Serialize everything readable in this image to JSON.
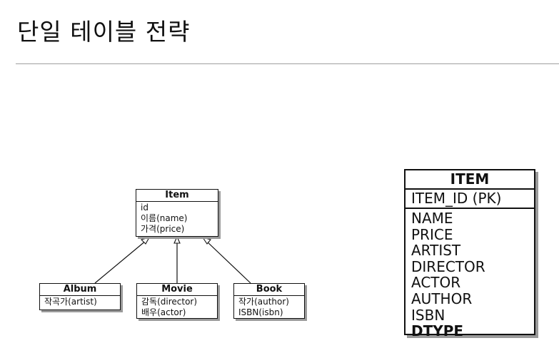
{
  "header": {
    "title": "단일 테이블 전략"
  },
  "uml": {
    "item": {
      "name": "Item",
      "attrs": [
        "id",
        "이름(name)",
        "가격(price)"
      ]
    },
    "album": {
      "name": "Album",
      "attrs": [
        "작곡가(artist)"
      ]
    },
    "movie": {
      "name": "Movie",
      "attrs": [
        "감독(director)",
        "배우(actor)"
      ]
    },
    "book": {
      "name": "Book",
      "attrs": [
        "작가(author)",
        "ISBN(isbn)"
      ]
    }
  },
  "table": {
    "name": "ITEM",
    "pk": "ITEM_ID (PK)",
    "columns": [
      "NAME",
      "PRICE",
      "ARTIST",
      "DIRECTOR",
      "ACTOR",
      "AUTHOR",
      "ISBN"
    ],
    "discriminator": "DTYPE"
  }
}
